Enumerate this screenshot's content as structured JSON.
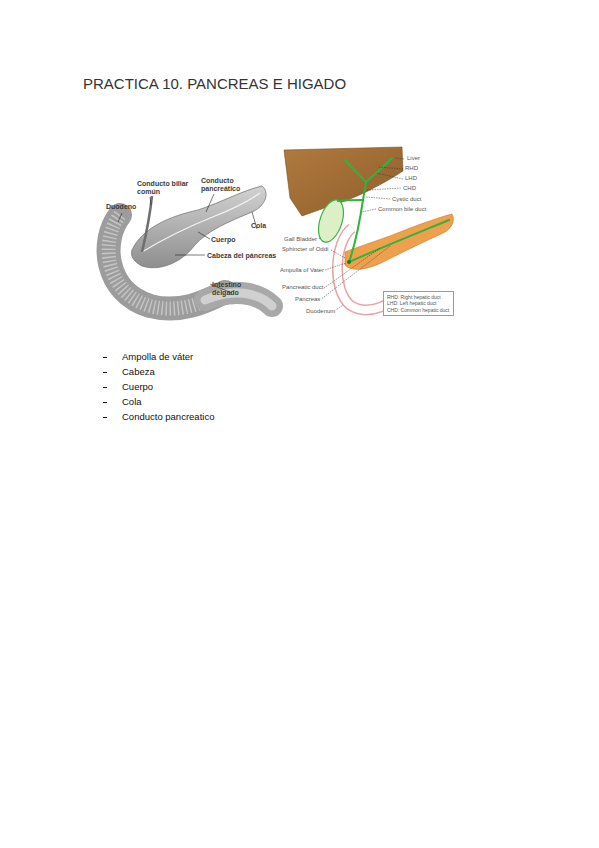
{
  "diagram": {
    "title": "PRACTICA 10. PANCREAS E HIGADO",
    "nodes": [
      {
        "text": [
          "RHD: Right hepatic duct",
          "LHD: Left hepatic duct",
          "CHD: Common hepatic duct"
        ]
      }
    ],
    "labels": [
      "Conducto biliar común",
      "Conducto pancreático",
      "Duodeno",
      "Cola",
      "Cuerpo",
      "Cabeza del páncreas",
      "Intestino delgado",
      "Liver",
      "RHD",
      "LHD",
      "CHD",
      "Cystic duct",
      "Common bile duct",
      "Gall Bladder",
      "Sphincter of Oddi",
      "Ampulla of Vater",
      "Pancreatic duct",
      "Pancreas",
      "Duodenum",
      "Ampolla de váter",
      "Cabeza",
      "Cuerpo",
      "Cola",
      "Conducto pancreatico"
    ]
  }
}
